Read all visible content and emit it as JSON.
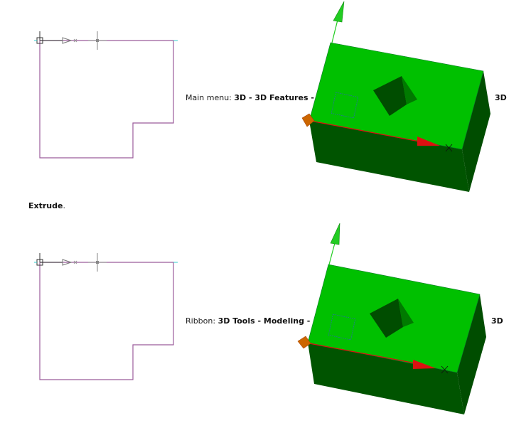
{
  "instructions": {
    "main_menu": {
      "prefix": "Main menu: ",
      "path": "3D - 3D Features -",
      "suffix": "3D"
    },
    "continuation": {
      "command": "Extrude",
      "punct": "."
    },
    "ribbon": {
      "prefix": "Ribbon: ",
      "path": "3D Tools - Modeling -",
      "suffix": "3D"
    }
  },
  "figures": [
    {
      "id": "sketch-top",
      "kind": "2d-l-shaped-profile"
    },
    {
      "id": "solid-top",
      "kind": "3d-extruded-box"
    },
    {
      "id": "sketch-bottom",
      "kind": "2d-l-shaped-profile"
    },
    {
      "id": "solid-bottom",
      "kind": "3d-extruded-box"
    }
  ],
  "colors": {
    "profile": "#9b5c9b",
    "top_face": "#00c000",
    "side_face": "#005400",
    "axis_y": "#22cc22",
    "axis_x": "#dd1111",
    "origin_marker": "#cc6600"
  }
}
